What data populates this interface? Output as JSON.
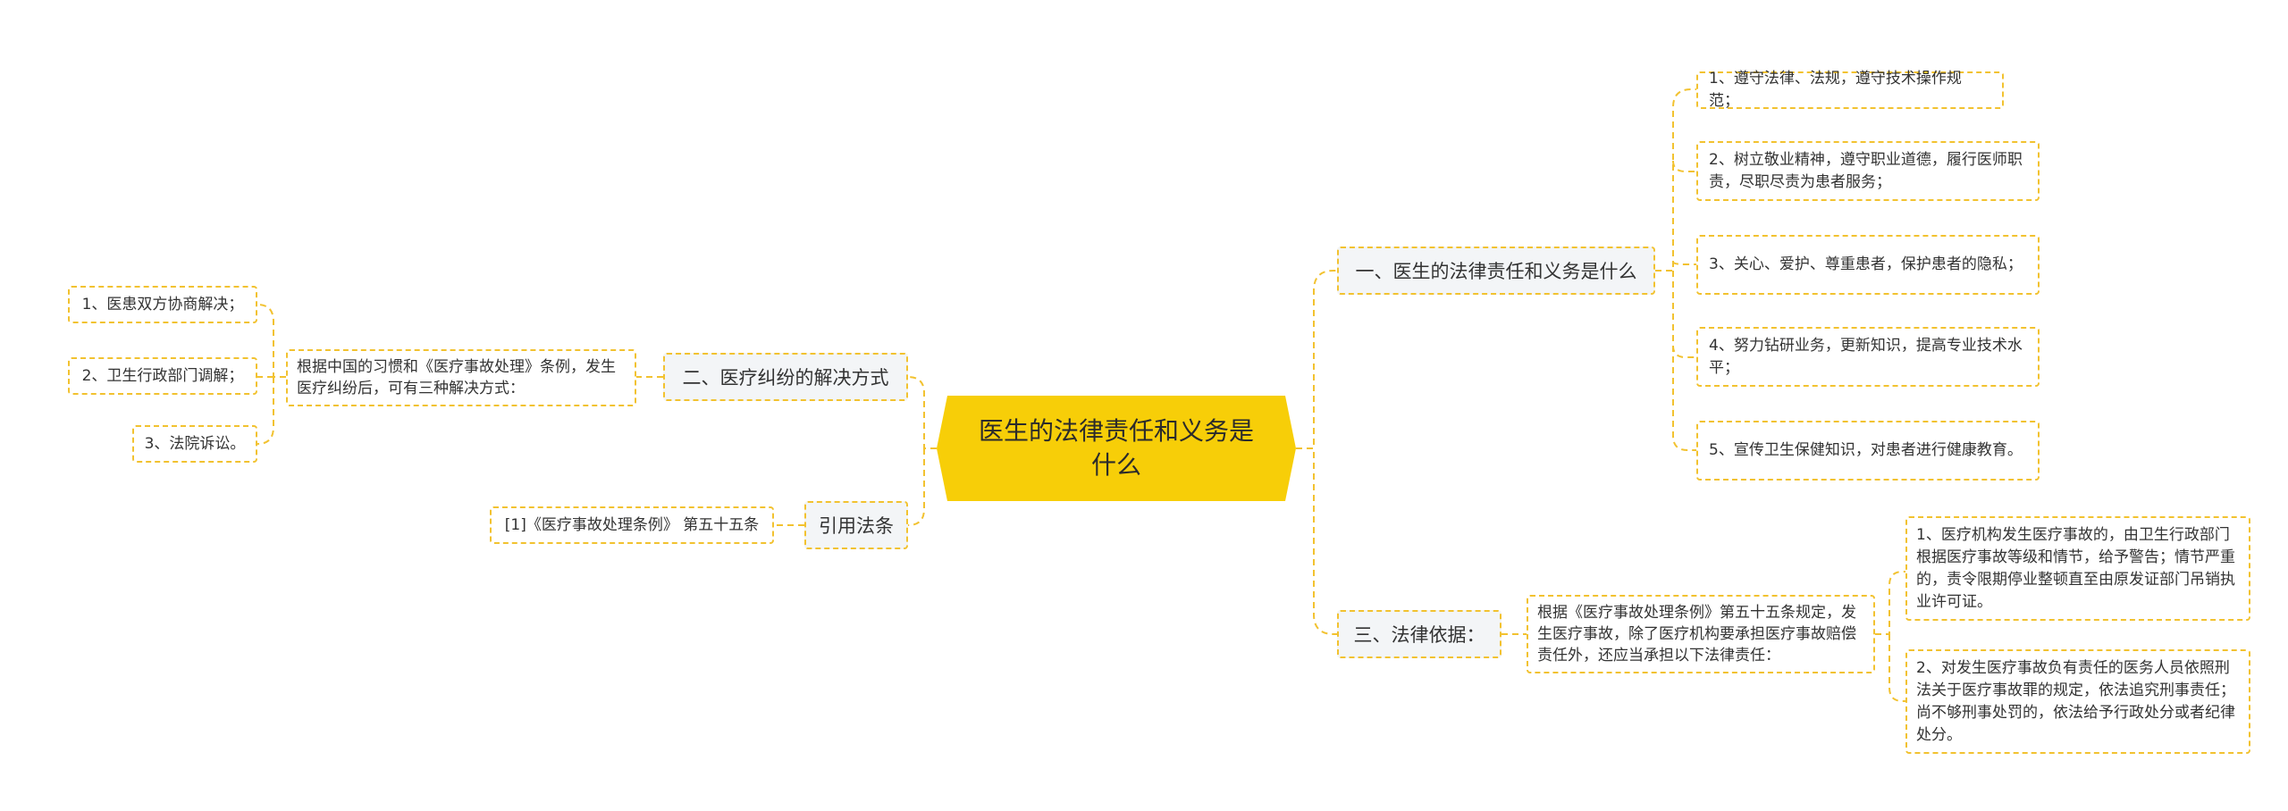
{
  "colors": {
    "root_fill": "#f7ce08",
    "connector": "#f2c230",
    "branch_fill": "#f3f5f7",
    "text": "#333333"
  },
  "root": {
    "text": "医生的法律责任和义务是什么"
  },
  "right": {
    "branch1": {
      "label": "一、医生的法律责任和义务是什么",
      "items": [
        "1、遵守法律、法规，遵守技术操作规范；",
        "2、树立敬业精神，遵守职业道德，履行医师职责，尽职尽责为患者服务；",
        "3、关心、爱护、尊重患者，保护患者的隐私；",
        "4、努力钻研业务，更新知识，提高专业技术水平；",
        "5、宣传卫生保健知识，对患者进行健康教育。"
      ]
    },
    "branch3": {
      "label": "三、法律依据：",
      "intro": "根据《医疗事故处理条例》第五十五条规定，发生医疗事故，除了医疗机构要承担医疗事故赔偿责任外，还应当承担以下法律责任：",
      "items": [
        "1、医疗机构发生医疗事故的，由卫生行政部门根据医疗事故等级和情节，给予警告；情节严重的，责令限期停业整顿直至由原发证部门吊销执业许可证。",
        "2、对发生医疗事故负有责任的医务人员依照刑法关于医疗事故罪的规定，依法追究刑事责任；尚不够刑事处罚的，依法给予行政处分或者纪律处分。"
      ]
    }
  },
  "left": {
    "branch2": {
      "label": "二、医疗纠纷的解决方式",
      "intro": "根据中国的习惯和《医疗事故处理》条例，发生医疗纠纷后，可有三种解决方式：",
      "items": [
        "1、医患双方协商解决；",
        "2、卫生行政部门调解；",
        "3、法院诉讼。"
      ]
    },
    "citation": {
      "label": "引用法条",
      "item": "[1]《医疗事故处理条例》 第五十五条"
    }
  }
}
